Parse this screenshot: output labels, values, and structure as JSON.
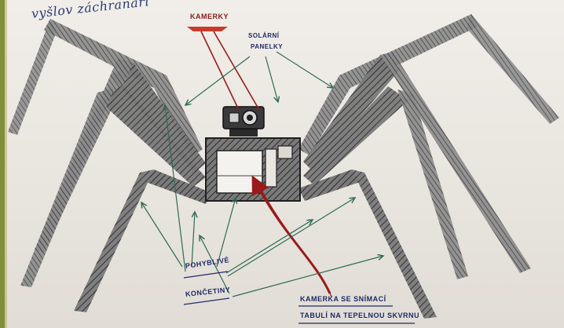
{
  "sketch": {
    "title": "vyšlov záchranáři",
    "camera_label": "KAMERKY",
    "solar_label_line1": "SOLÁRNÍ",
    "solar_label_line2": "PANELKY",
    "limbs_label_line1": "POHYBLIVÉ",
    "limbs_label_line2": "KONČETINY",
    "bottom_label_line1": "KAMERKA SE SNÍMACÍ",
    "bottom_label_line2": "TABULÍ NA TEPELNOU SKVRNU"
  },
  "colors": {
    "paper": "#ece9e4",
    "ink_blue": "#1e2a66",
    "ink_red": "#9a1b1b",
    "pencil_dark": "#2d2d2d",
    "arrow_green": "#2f6b55",
    "frame": "#7f8f3a"
  }
}
